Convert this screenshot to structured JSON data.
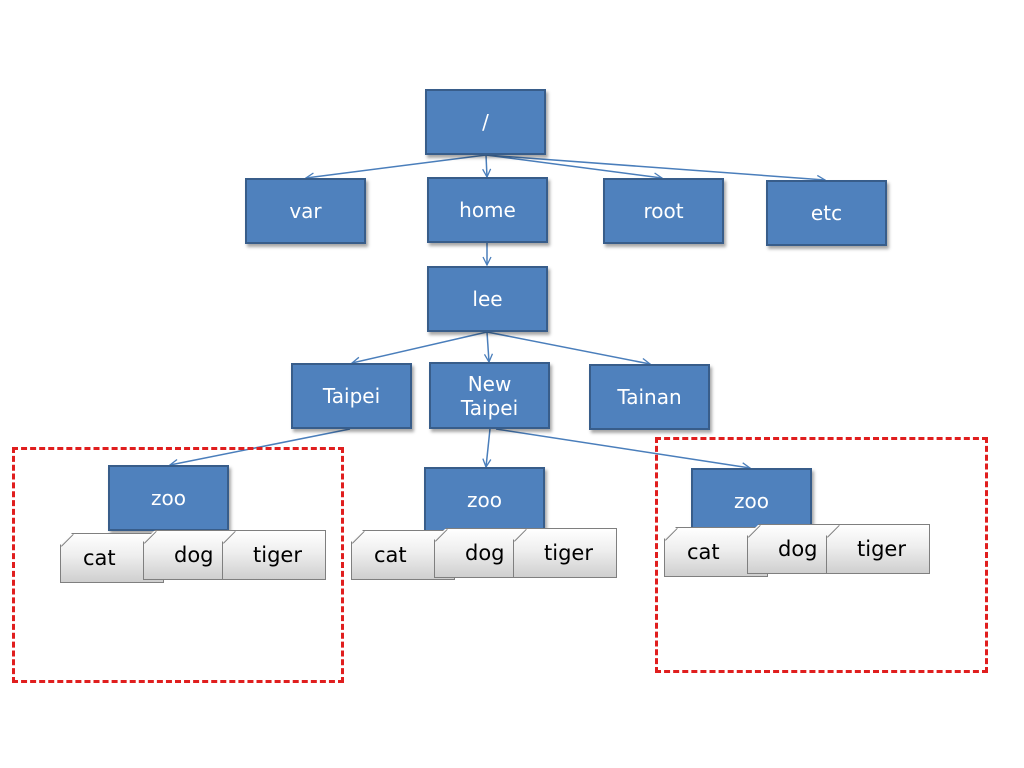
{
  "tree": {
    "root": "/",
    "level1": [
      "var",
      "home",
      "root",
      "etc"
    ],
    "home_child": "lee",
    "lee_children": [
      "Taipei",
      "New Taipei",
      "Tainan"
    ],
    "zoo_label": "zoo",
    "zoo_files": [
      "cat",
      "dog",
      "tiger"
    ]
  },
  "colors": {
    "node_fill": "#4f81bd",
    "node_border": "#385d8a",
    "edge": "#4a7ebb",
    "highlight": "#e01e1e"
  }
}
